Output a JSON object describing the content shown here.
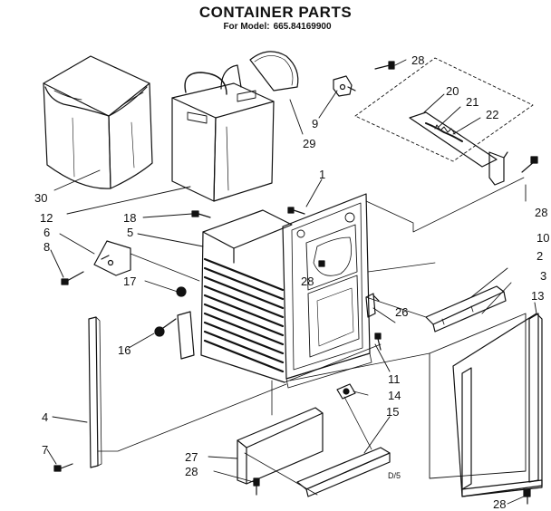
{
  "header": {
    "title": "CONTAINER PARTS",
    "model_prefix": "For Model:",
    "model_number": "665.84169900"
  },
  "drawing_code": "D/5",
  "callouts": [
    {
      "id": "c1",
      "label": "1"
    },
    {
      "id": "c2",
      "label": "2"
    },
    {
      "id": "c3",
      "label": "3"
    },
    {
      "id": "c4",
      "label": "4"
    },
    {
      "id": "c5",
      "label": "5"
    },
    {
      "id": "c6",
      "label": "6"
    },
    {
      "id": "c7",
      "label": "7"
    },
    {
      "id": "c8",
      "label": "8"
    },
    {
      "id": "c9",
      "label": "9"
    },
    {
      "id": "c10",
      "label": "10"
    },
    {
      "id": "c11",
      "label": "11"
    },
    {
      "id": "c12",
      "label": "12"
    },
    {
      "id": "c13",
      "label": "13"
    },
    {
      "id": "c14",
      "label": "14"
    },
    {
      "id": "c15",
      "label": "15"
    },
    {
      "id": "c16",
      "label": "16"
    },
    {
      "id": "c17",
      "label": "17"
    },
    {
      "id": "c18",
      "label": "18"
    },
    {
      "id": "c20",
      "label": "20"
    },
    {
      "id": "c21",
      "label": "21"
    },
    {
      "id": "c22",
      "label": "22"
    },
    {
      "id": "c26",
      "label": "26"
    },
    {
      "id": "c27",
      "label": "27"
    },
    {
      "id": "c28a",
      "label": "28"
    },
    {
      "id": "c28b",
      "label": "28"
    },
    {
      "id": "c28c",
      "label": "28"
    },
    {
      "id": "c28d",
      "label": "28"
    },
    {
      "id": "c28e",
      "label": "28"
    },
    {
      "id": "c29",
      "label": "29"
    },
    {
      "id": "c30",
      "label": "30"
    }
  ]
}
